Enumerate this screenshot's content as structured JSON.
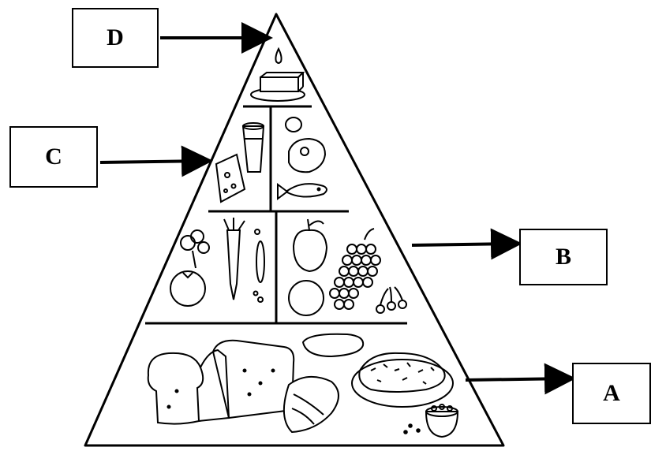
{
  "labels": {
    "a": "A",
    "b": "B",
    "c": "C",
    "d": "D"
  },
  "tiers": [
    {
      "key": "d",
      "label": "D",
      "items": [
        "butter-icon",
        "oil-drop-icon"
      ]
    },
    {
      "key": "c",
      "label": "C",
      "items": [
        "milk-glass-icon",
        "cheese-icon",
        "egg-icon",
        "meat-steak-icon",
        "fish-icon"
      ]
    },
    {
      "key": "b",
      "label": "B",
      "items": [
        "broccoli-icon",
        "carrot-icon",
        "peas-icon",
        "tomato-icon",
        "apple-icon",
        "orange-icon",
        "grapes-icon",
        "cherries-icon"
      ]
    },
    {
      "key": "a",
      "label": "A",
      "items": [
        "bread-loaf-icon",
        "bread-roll-icon",
        "rice-plate-icon",
        "corn-icon",
        "cereal-bowl-icon"
      ]
    }
  ],
  "colors": {
    "ink": "#000000",
    "background": "#ffffff"
  }
}
